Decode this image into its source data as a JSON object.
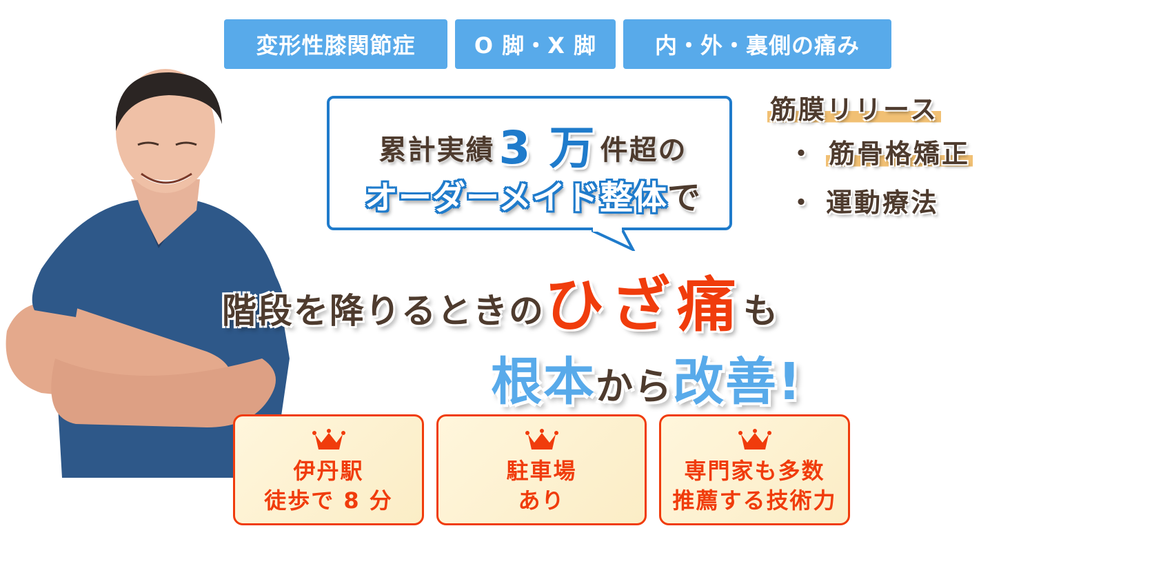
{
  "tags": [
    {
      "label": "変形性膝関節症"
    },
    {
      "label": "O 脚・X 脚"
    },
    {
      "label": "内・外・裏側の痛み"
    }
  ],
  "bubble": {
    "line1_pre": "累計実績",
    "line1_number": "3 万",
    "line1_post": "件超の",
    "line2_highlight": "オーダーメイド整体",
    "line2_post": "で"
  },
  "methods": [
    {
      "bullet": "",
      "label": "筋膜リリース"
    },
    {
      "bullet": "・",
      "label": "筋骨格矯正"
    },
    {
      "bullet": "・",
      "label": "運動療法"
    }
  ],
  "headline": {
    "line1_pre": "階段を降りるときの",
    "line1_pain": "ひざ痛",
    "line1_post": "も",
    "line2_part1": "根本",
    "line2_part2": "から",
    "line2_part3": "改善!"
  },
  "features": [
    {
      "line1": "伊丹駅",
      "line2": "徒歩で 8 分",
      "icon": "crown-icon"
    },
    {
      "line1": "駐車場",
      "line2": "あり",
      "icon": "crown-icon"
    },
    {
      "line1": "専門家も多数",
      "line2": "推薦する技術力",
      "icon": "crown-icon"
    }
  ],
  "colors": {
    "tag_blue": "#58aaea",
    "bubble_blue": "#1f7bcb",
    "text_brown": "#4e3b2e",
    "accent_red": "#f03c0c",
    "highlight_gold": "#f1c074",
    "feature_bg": "#fff6dc"
  }
}
